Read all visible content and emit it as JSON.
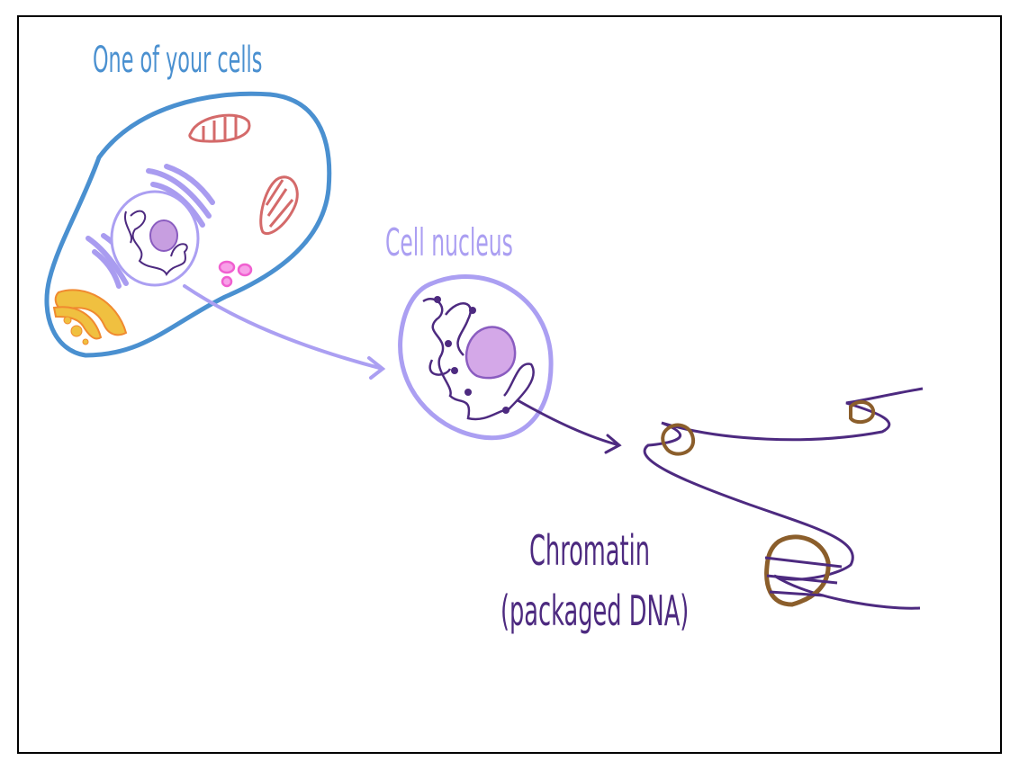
{
  "labels": {
    "cell": "One of your cells",
    "nucleus": "Cell nucleus",
    "chromatin": "Chromatin",
    "chromatin_sub": "(packaged DNA)"
  },
  "colors": {
    "cell_outline": "#4a90d0",
    "nucleus": "#ab9ff2",
    "nucleolus": "#d4a8e8",
    "dna": "#4d2a80",
    "histone": "#8b5e2b",
    "mitochondria": "#d46a6a",
    "golgi": "#f0c040",
    "vesicles": "#f060d0"
  }
}
